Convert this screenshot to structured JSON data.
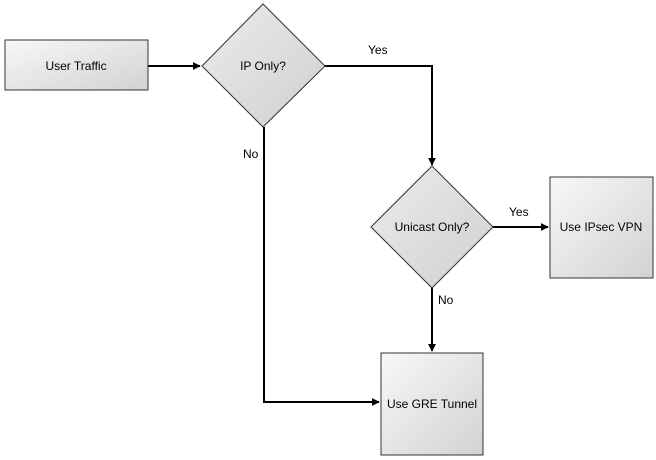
{
  "nodes": {
    "user_traffic": "User Traffic",
    "ip_only": "IP Only?",
    "unicast_only": "Unicast Only?",
    "ipsec_vpn": "Use IPsec VPN",
    "gre_tunnel": "Use GRE Tunnel"
  },
  "edges": {
    "ip_only_yes": "Yes",
    "ip_only_no": "No",
    "unicast_yes": "Yes",
    "unicast_no": "No"
  },
  "colors": {
    "node_fill_light": "#f7f7f7",
    "node_fill_dark": "#d0d0d0",
    "stroke": "#000000",
    "node_border": "#333333"
  }
}
